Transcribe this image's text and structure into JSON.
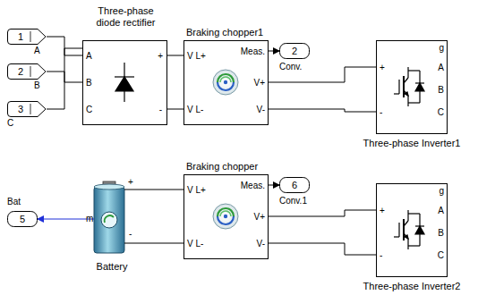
{
  "diagram": {
    "nodes": [
      {
        "text": [
          "1",
          "A"
        ]
      },
      {
        "text": [
          "2",
          "B"
        ]
      },
      {
        "text": [
          "3",
          "C"
        ]
      },
      {
        "text": [
          "Three-phase diode rectifier",
          "A",
          "B",
          "C",
          "+",
          "-"
        ]
      },
      {
        "text": [
          "Braking chopper1",
          "V L+",
          "V L-",
          "Meas.",
          "V+",
          "V-"
        ]
      },
      {
        "text": [
          "2",
          "Conv."
        ]
      },
      {
        "text": [
          "Three-phase Inverter1",
          "+",
          "-",
          "g",
          "A",
          "B",
          "C"
        ]
      },
      {
        "text": [
          "5",
          "Bat"
        ]
      },
      {
        "text": [
          "Battery",
          "+",
          "-",
          "m"
        ]
      },
      {
        "text": [
          "Braking chopper",
          "V L+",
          "V L-",
          "Meas.",
          "V+",
          "V-"
        ]
      },
      {
        "text": [
          "6",
          "Conv.1"
        ]
      },
      {
        "text": [
          "Three-phase Inverter2",
          "+",
          "-",
          "g",
          "A",
          "B",
          "C"
        ]
      }
    ],
    "edges": [
      {
        "from": 0,
        "to": 3,
        "arrow": "none"
      },
      {
        "from": 1,
        "to": 3,
        "arrow": "none"
      },
      {
        "from": 2,
        "to": 3,
        "arrow": "none"
      },
      {
        "from": 3,
        "to": 4,
        "arrow": "none"
      },
      {
        "from": 3,
        "to": 4,
        "arrow": "none"
      },
      {
        "from": 4,
        "to": 5,
        "arrow": "to"
      },
      {
        "from": 4,
        "to": 6,
        "arrow": "none"
      },
      {
        "from": 4,
        "to": 6,
        "arrow": "none"
      },
      {
        "from": 8,
        "to": 7,
        "arrow": "to"
      },
      {
        "from": 8,
        "to": 9,
        "arrow": "none"
      },
      {
        "from": 8,
        "to": 9,
        "arrow": "none"
      },
      {
        "from": 9,
        "to": 10,
        "arrow": "to"
      },
      {
        "from": 9,
        "to": 11,
        "arrow": "none"
      },
      {
        "from": 9,
        "to": 11,
        "arrow": "none"
      }
    ]
  }
}
